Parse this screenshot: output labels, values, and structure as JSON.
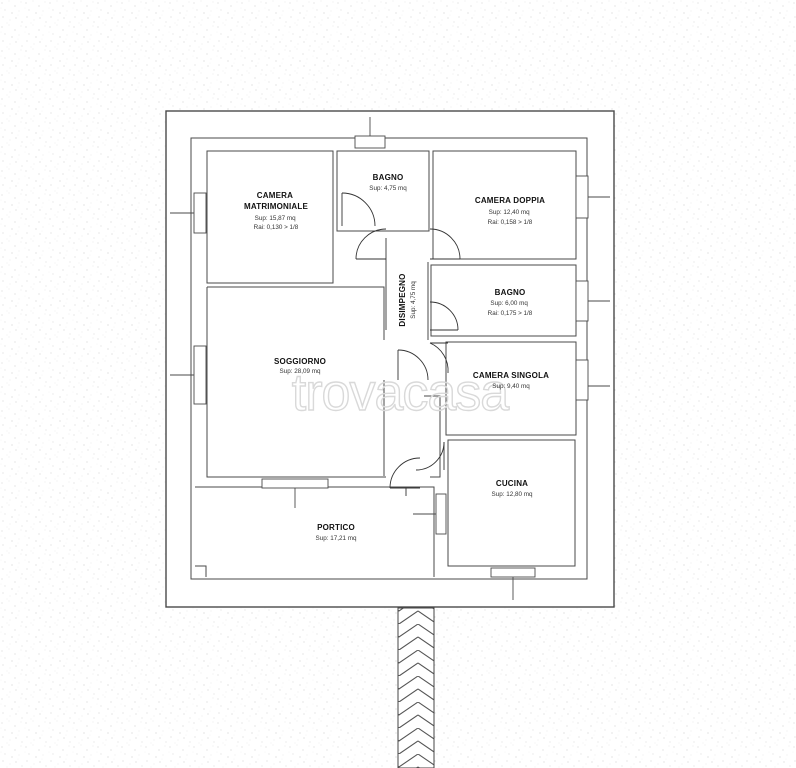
{
  "rooms": [
    {
      "id": "camera-matrimoniale",
      "name_lines": [
        "CAMERA",
        "MATRIMONIALE"
      ],
      "info_lines": [
        "Sup: 15,87 mq",
        "Rai: 0,130 > 1/8"
      ]
    },
    {
      "id": "bagno-1",
      "name_lines": [
        "BAGNO"
      ],
      "info_lines": [
        "Sup: 4,75 mq"
      ]
    },
    {
      "id": "camera-doppia",
      "name_lines": [
        "CAMERA DOPPIA"
      ],
      "info_lines": [
        "Sup: 12,40 mq",
        "Rai: 0,158 > 1/8"
      ]
    },
    {
      "id": "bagno-2",
      "name_lines": [
        "BAGNO"
      ],
      "info_lines": [
        "Sup: 6,00 mq",
        "Rai: 0,175 > 1/8"
      ]
    },
    {
      "id": "disimpegno",
      "name_lines": [
        "DISIMPEGNO"
      ],
      "info_lines": [
        "Sup: 4,75 mq"
      ]
    },
    {
      "id": "soggiorno",
      "name_lines": [
        "SOGGIORNO"
      ],
      "info_lines": [
        "Sup: 28,09 mq"
      ]
    },
    {
      "id": "camera-singola",
      "name_lines": [
        "CAMERA SINGOLA"
      ],
      "info_lines": [
        "Sup: 9,40 mq"
      ]
    },
    {
      "id": "cucina",
      "name_lines": [
        "CUCINA"
      ],
      "info_lines": [
        "Sup: 12,80 mq"
      ]
    },
    {
      "id": "portico",
      "name_lines": [
        "PORTICO"
      ],
      "info_lines": [
        "Sup: 17,21 mq"
      ]
    }
  ],
  "watermark": "trovacasa",
  "colors": {
    "wall": "#4a4a4a",
    "speckle": "#c8c8c8",
    "watermark": "#d9d9d9"
  }
}
